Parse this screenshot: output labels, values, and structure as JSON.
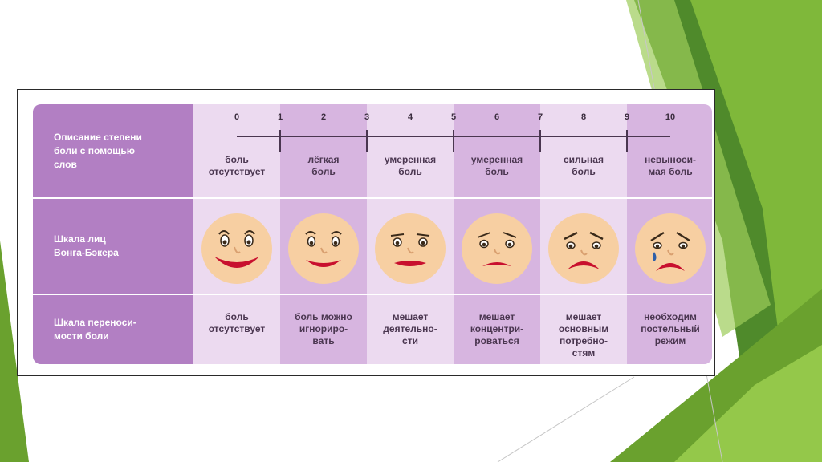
{
  "row_labels": {
    "description": "Описание степени\nболи с помощью\nслов",
    "faces_scale": "Шкала лиц\nВонга-Бэкера",
    "tolerance": "Шкала переноси-\nмости боли"
  },
  "scale_ticks": [
    "0",
    "1",
    "2",
    "3",
    "4",
    "5",
    "6",
    "7",
    "8",
    "9",
    "10"
  ],
  "columns": [
    {
      "description": "боль\nотсутствует",
      "face": "smiling-face-icon",
      "tolerance": "боль\nотсутствует"
    },
    {
      "description": "лёгкая\nболь",
      "face": "happy-face-icon",
      "tolerance": "боль можно\nигнориро-\nвать"
    },
    {
      "description": "умеренная\nболь",
      "face": "neutral-face-icon",
      "tolerance": "мешает\nдеятельно-\nсти"
    },
    {
      "description": "умеренная\nболь",
      "face": "worried-face-icon",
      "tolerance": "мешает\nконцентри-\nроваться"
    },
    {
      "description": "сильная\nболь",
      "face": "sad-face-icon",
      "tolerance": "мешает\nосновным\nпотребно-\nстям"
    },
    {
      "description": "невыноси-\nмая боль",
      "face": "crying-face-icon",
      "tolerance": "необходим\nпостельный\nрежим"
    }
  ],
  "colors": {
    "label_column": "#b27fc3",
    "column_light": "#ecdaf0",
    "column_dark": "#d7b5e0",
    "face_skin": "#f7cfa2",
    "mouth": "#c8102e",
    "tear": "#2e5fa8",
    "accent_green": "#6aa12e"
  }
}
